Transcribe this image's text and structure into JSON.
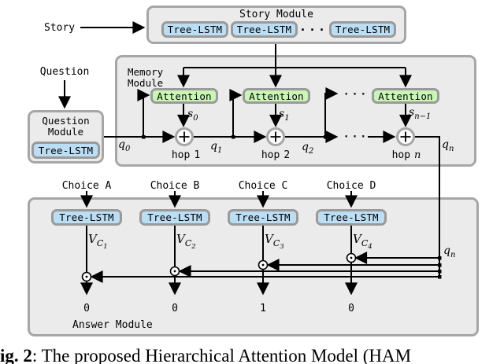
{
  "colors": {
    "module_fill": "#ebebeb",
    "module_border": "#a6a6a6",
    "lstm_fill": "#bcdef4",
    "attention_fill": "#c9f6b5",
    "line": "#000000"
  },
  "story": {
    "input_label": "Story",
    "title": "Story Module",
    "units": [
      "Tree-LSTM",
      "Tree-LSTM",
      "Tree-LSTM"
    ],
    "ellipsis": "···"
  },
  "question": {
    "input_label": "Question",
    "title_line1": "Question",
    "title_line2": "Module",
    "unit": "Tree-LSTM"
  },
  "memory": {
    "title_line1": "Memory",
    "title_line2": "Module",
    "attention": [
      "Attention",
      "Attention",
      "Attention"
    ],
    "s": [
      {
        "base": "s",
        "sub": "0"
      },
      {
        "base": "s",
        "sub": "1"
      },
      {
        "base": "s",
        "sub": "n−1"
      }
    ],
    "q": [
      {
        "base": "q",
        "sub": "0"
      },
      {
        "base": "q",
        "sub": "1"
      },
      {
        "base": "q",
        "sub": "2"
      },
      {
        "base": "q",
        "sub": "n"
      }
    ],
    "hops": [
      {
        "prefix": "hop",
        "n": "1"
      },
      {
        "prefix": "hop",
        "n": "2"
      },
      {
        "prefix": "hop",
        "n": "n"
      }
    ],
    "ellipsis_top": "···",
    "ellipsis_mid": "···"
  },
  "answer": {
    "title": "Answer Module",
    "qn": {
      "base": "q",
      "sub": "n"
    },
    "choices": [
      {
        "label": "Choice A",
        "unit": "Tree-LSTM",
        "v_base": "V",
        "v_sub": "C",
        "v_subsub": "1",
        "output": "0"
      },
      {
        "label": "Choice B",
        "unit": "Tree-LSTM",
        "v_base": "V",
        "v_sub": "C",
        "v_subsub": "2",
        "output": "0"
      },
      {
        "label": "Choice C",
        "unit": "Tree-LSTM",
        "v_base": "V",
        "v_sub": "C",
        "v_subsub": "3",
        "output": "1"
      },
      {
        "label": "Choice D",
        "unit": "Tree-LSTM",
        "v_base": "V",
        "v_sub": "C",
        "v_subsub": "4",
        "output": "0"
      }
    ]
  },
  "caption": {
    "lead": "ig. 2",
    "rest": ": The proposed Hierarchical Attention Model (HAM"
  }
}
